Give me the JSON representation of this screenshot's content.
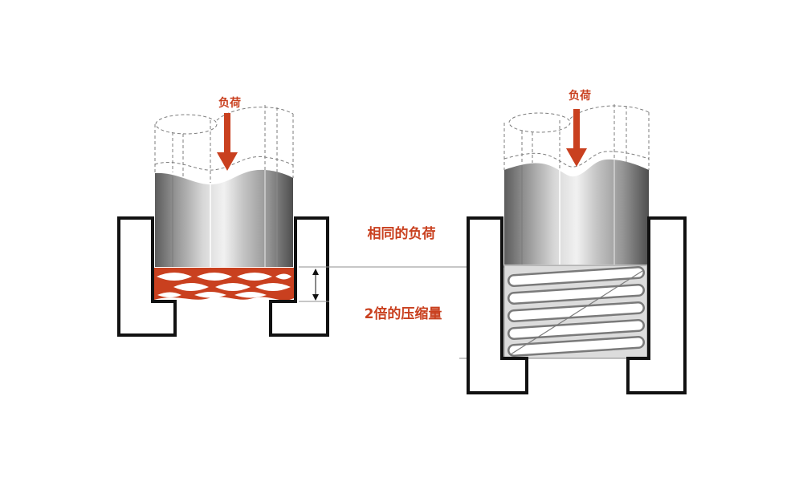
{
  "left_assembly": {
    "load_label": "负荷"
  },
  "right_assembly": {
    "load_label": "负荷"
  },
  "annotations": {
    "same_load": "相同的负荷",
    "double_compression": "2倍的压缩量"
  },
  "colors": {
    "accent": "#c9401f",
    "housing_outline": "#111111",
    "spring_coil_fill": "#dcdcdc",
    "guide_line": "#8f8f8f"
  }
}
